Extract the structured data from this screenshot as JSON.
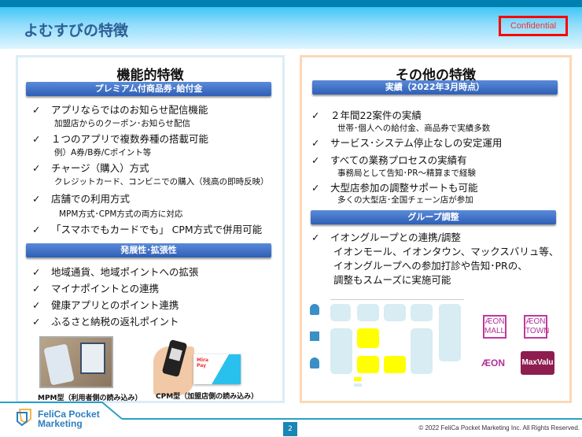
{
  "header": {
    "title": "よむすびの特徴",
    "confidential": "Confidential"
  },
  "left": {
    "title": "機能的特徴",
    "section1": "プレミアム付商品券･給付金",
    "items1": [
      {
        "main": "アプリならではのお知らせ配信機能",
        "sub": "加盟店からのクーポン･お知らせ配信"
      },
      {
        "main": "１つのアプリで複数券種の搭載可能",
        "sub": "例）A券/B券/Cポイント等"
      },
      {
        "main": "チャージ（購入）方式",
        "sub": "クレジットカード、コンビニでの購入（残高の即時反映）"
      },
      {
        "main": "店舗での利用方式",
        "sub": "MPM方式･CPM方式の両方に対応"
      },
      {
        "main": "「スマホでもカードでも」 CPM方式で併用可能",
        "sub": ""
      }
    ],
    "section2": "発展性･拡張性",
    "items2": [
      "地域通貨、地域ポイントへの拡張",
      "マイナポイントとの連携",
      "健康アプリとのポイント連携",
      "ふるさと納税の返礼ポイント"
    ],
    "caption_mpm": "MPM型（利用者側の読み込み）",
    "caption_cpm": "CPM型（加盟店側の読み込み）",
    "card_brand": "Mira Pay"
  },
  "right": {
    "title": "その他の特徴",
    "section1": "実績（2022年3月時点）",
    "items1": [
      {
        "main": "２年間22案件の実績",
        "sub": "世帯･個人への給付金、商品券で実績多数"
      },
      {
        "main": "サービス･システム停止なしの安定運用",
        "sub": ""
      },
      {
        "main": "すべての業務プロセスの実績有",
        "sub": "事務局として告知･PR～精算まで経験"
      },
      {
        "main": "大型店参加の調整サポートも可能",
        "sub": "多くの大型店･全国チェーン店が参加"
      }
    ],
    "section2": "グループ調整",
    "item2_main": "イオングループとの連携/調整",
    "item2_sub": [
      "イオンモール、イオンタウン、マックスバリュ等、",
      "イオングループへの参加打診や告知･PRの、",
      "調整もスムーズに実施可能"
    ],
    "logos": [
      "ÆON MALL",
      "ÆON TOWN",
      "ÆON",
      "MaxValu"
    ]
  },
  "footer": {
    "brand": [
      "FeliCa Pocket",
      "Marketing"
    ],
    "page": "2",
    "copyright": "© 2022 FeliCa Pocket Marketing Inc. All Rights Reserved."
  },
  "colors": {
    "accent": "#2f5fb6",
    "confidential": "#ff0000",
    "header_bar": "#0080b0"
  }
}
